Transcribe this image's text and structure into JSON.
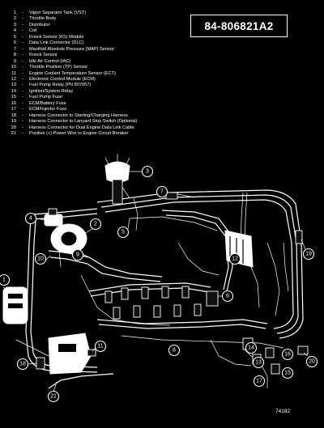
{
  "part_number": "84-806821A2",
  "figure_number": "74182",
  "legend": [
    {
      "num": "1",
      "text": "Vapor Separator Tank (VST)"
    },
    {
      "num": "2",
      "text": "Throttle Body"
    },
    {
      "num": "3",
      "text": "Distributor"
    },
    {
      "num": "4",
      "text": "Coil"
    },
    {
      "num": "5",
      "text": "Knock Sensor (KS) Module"
    },
    {
      "num": "6",
      "text": "Data Link Connector (DLC)"
    },
    {
      "num": "7",
      "text": "Manifold Absolute Pressure (MAP) Sensor"
    },
    {
      "num": "8",
      "text": "Knock Sensor"
    },
    {
      "num": "9",
      "text": "Idle Air Control (IAC)"
    },
    {
      "num": "10",
      "text": "Throttle Position (TP) Sensor"
    },
    {
      "num": "11",
      "text": "Engine Coolant Temperature Sensor (ECT)"
    },
    {
      "num": "12",
      "text": "Electronic Control Module (ECM)"
    },
    {
      "num": "13",
      "text": "Fuel Pump Relay (PN 807057)"
    },
    {
      "num": "14",
      "text": "Ignition/System Relay"
    },
    {
      "num": "15",
      "text": "Fuel Pump Fuse"
    },
    {
      "num": "16",
      "text": "ECM/Battery Fuse"
    },
    {
      "num": "17",
      "text": "ECM/Injector Fuse"
    },
    {
      "num": "18",
      "text": "Harness Connector to Starting/Charging Harness"
    },
    {
      "num": "19",
      "text": "Harness Connector to Lanyard Stop Switch (Optional)"
    },
    {
      "num": "20",
      "text": "Harness Connector for Dual Engine Data Link Cable"
    },
    {
      "num": "21",
      "text": "Positive (+) Power Wire to Engine Circuit Breaker"
    }
  ],
  "dash": "-",
  "callouts": [
    "1",
    "2",
    "3",
    "4",
    "5",
    "6",
    "7",
    "8",
    "9",
    "10",
    "11",
    "12",
    "13",
    "14",
    "15",
    "16",
    "17",
    "18",
    "19",
    "20",
    "21"
  ]
}
